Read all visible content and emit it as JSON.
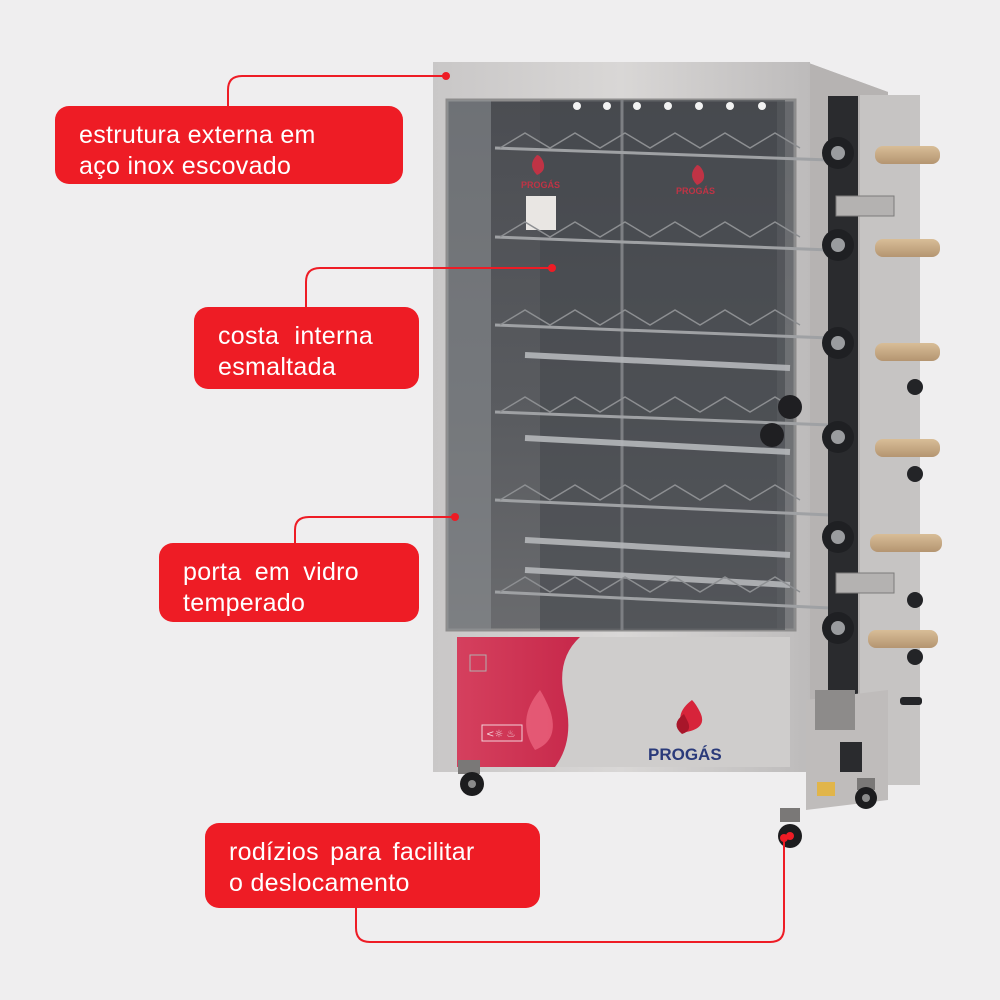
{
  "brand": {
    "name": "PROGÁS",
    "accent_color": "#ee1c25",
    "navy_color": "#2a3a7a"
  },
  "callouts": [
    {
      "line1": "estrutura externa em",
      "line2": "aço inox escovado"
    },
    {
      "line1": "costa interna",
      "line2": "esmaltada"
    },
    {
      "line1": "porta em vidro",
      "line2": "temperado"
    },
    {
      "line1": "rodízios para facilitar",
      "line2": "o deslocamento"
    }
  ],
  "machine": {
    "front_panel_icons": "<☼ ♨",
    "spits": 6,
    "icons": [
      "flame-logo-icon",
      "caster-wheel-icon",
      "control-knob-icon",
      "motor-icon"
    ]
  }
}
